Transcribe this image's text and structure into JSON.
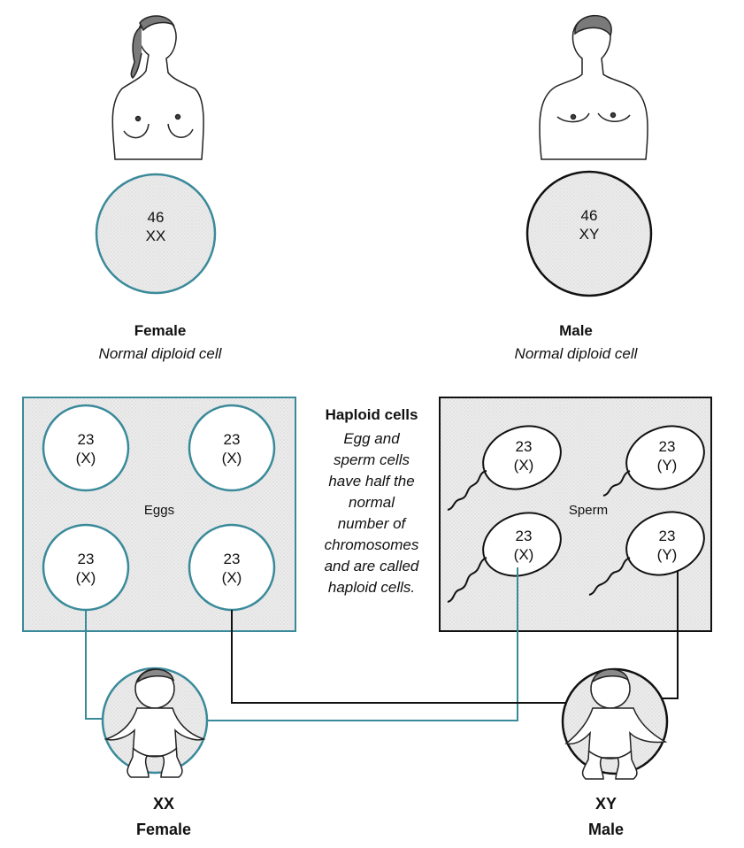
{
  "colors": {
    "female_accent": "#3a8a9a",
    "male_accent": "#111111",
    "cell_fill": "#eaeaea",
    "box_fill": "#e6e6e6"
  },
  "parents": {
    "female": {
      "cell_count": "46",
      "cell_chromosomes": "XX",
      "label": "Female",
      "caption": "Normal diploid cell",
      "icon": "woman-torso-icon"
    },
    "male": {
      "cell_count": "46",
      "cell_chromosomes": "XY",
      "label": "Male",
      "caption": "Normal diploid cell",
      "icon": "man-torso-icon"
    }
  },
  "haploid": {
    "title": "Haploid cells",
    "lines": [
      "Egg and",
      "sperm cells",
      "have half the",
      "normal",
      "number of",
      "chromosomes",
      "and are called",
      "haploid cells."
    ]
  },
  "eggs": {
    "label": "Eggs",
    "cells": [
      {
        "count": "23",
        "chromosome": "(X)"
      },
      {
        "count": "23",
        "chromosome": "(X)"
      },
      {
        "count": "23",
        "chromosome": "(X)"
      },
      {
        "count": "23",
        "chromosome": "(X)"
      }
    ]
  },
  "sperm": {
    "label": "Sperm",
    "cells": [
      {
        "count": "23",
        "chromosome": "(X)"
      },
      {
        "count": "23",
        "chromosome": "(Y)"
      },
      {
        "count": "23",
        "chromosome": "(X)"
      },
      {
        "count": "23",
        "chromosome": "(Y)"
      }
    ]
  },
  "offspring": {
    "female": {
      "chromosomes": "XX",
      "label": "Female",
      "icon": "baby-icon"
    },
    "male": {
      "chromosomes": "XY",
      "label": "Male",
      "icon": "baby-icon"
    }
  }
}
